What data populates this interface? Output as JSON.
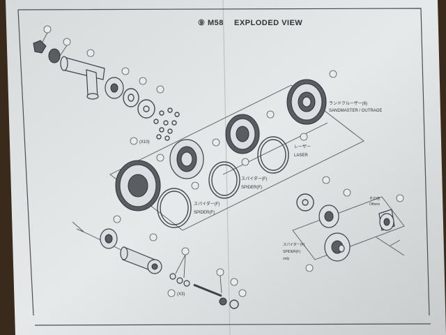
{
  "header": {
    "section_number": "⑨",
    "model": "M58",
    "title": "EXPLODED VIEW"
  },
  "callouts": {
    "sandmaster_jp": "ランドクルーザー(6)",
    "sandmaster_en": "SANDMASTER / OUTRAGE",
    "laser_jp": "レーザー",
    "laser_en": "LASER",
    "spider_upper_jp": "スパイダー(F)",
    "spider_upper_en": "SPIDER(F)",
    "spider_lower_jp": "スパイダー(F)",
    "spider_lower_en": "SPIDER(F)",
    "spider_right_jp": "スパイダー(F)",
    "spider_right_en": "SPIDER(F)",
    "spider_right_note": "only",
    "others_jp": "その他",
    "others_en": "Others",
    "balls_qty": "(X10)",
    "pins_qty": "(X3)"
  },
  "colors": {
    "paper": "#e4e7e8",
    "paper_shadow": "#c9cccd",
    "ink": "#2f3134",
    "background": "#3a2a1c"
  }
}
